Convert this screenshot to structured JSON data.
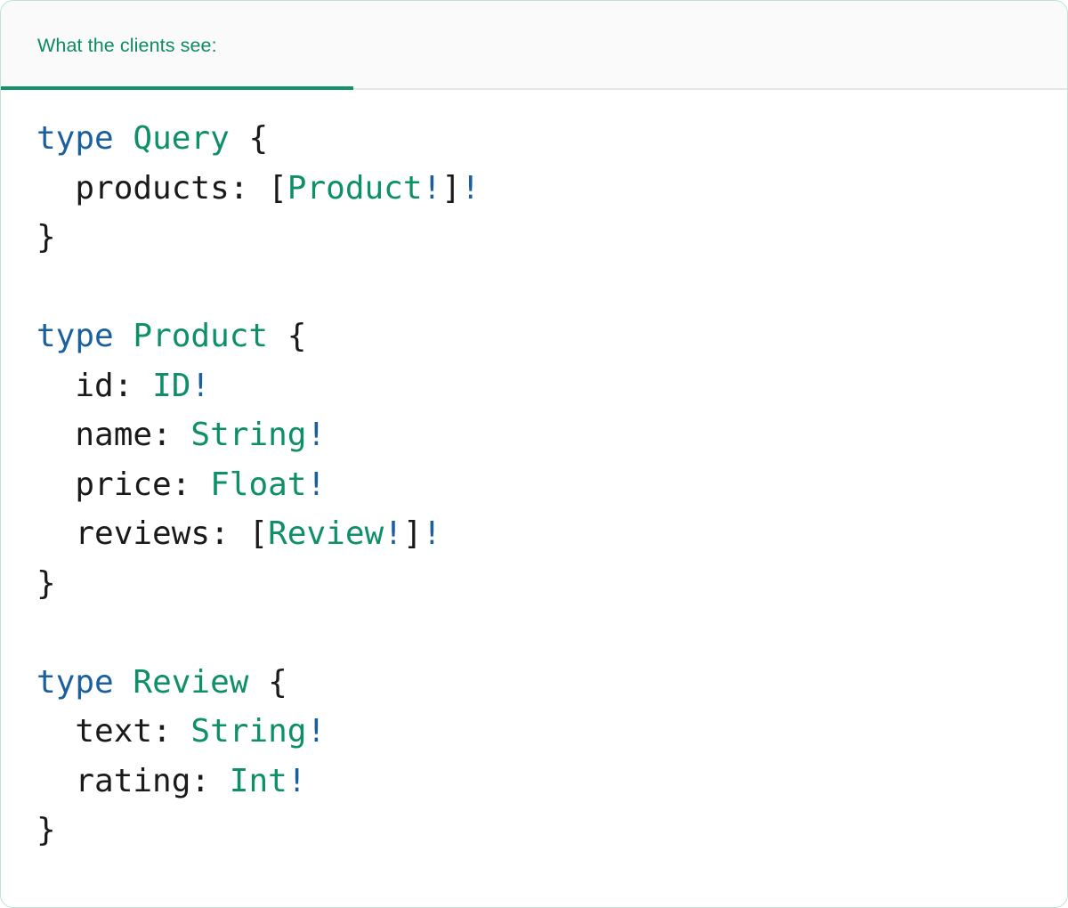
{
  "card": {
    "border_color": "#bfe3d2",
    "background": "#ffffff"
  },
  "tabbar": {
    "background": "#fafafa",
    "divider_color": "#e6e6e6",
    "active_tab": {
      "label": "What the clients see:",
      "color": "#0d8a63",
      "underline_color": "#12936b"
    }
  },
  "editor": {
    "language": "graphql",
    "syntax_colors": {
      "keyword": "#1a5f9e",
      "type_name": "#0d8f68",
      "field_name": "#1a1a1a",
      "punctuation": "#1a1a1a",
      "non_null_bang": "#1a5f9e"
    },
    "code_text": "type Query {\n  products: [Product!]!\n}\n\ntype Product {\n  id: ID!\n  name: String!\n  price: Float!\n  reviews: [Review!]!\n}\n\ntype Review {\n  text: String!\n  rating: Int!\n}",
    "lines": [
      {
        "tokens": [
          {
            "t": "type",
            "c": "kw"
          },
          {
            "t": " ",
            "c": "punc"
          },
          {
            "t": "Query",
            "c": "type"
          },
          {
            "t": " ",
            "c": "punc"
          },
          {
            "t": "{",
            "c": "punc"
          }
        ]
      },
      {
        "tokens": [
          {
            "t": "  ",
            "c": "punc"
          },
          {
            "t": "products",
            "c": "field"
          },
          {
            "t": ": ",
            "c": "punc"
          },
          {
            "t": "[",
            "c": "punc"
          },
          {
            "t": "Product",
            "c": "type"
          },
          {
            "t": "!",
            "c": "bang"
          },
          {
            "t": "]",
            "c": "punc"
          },
          {
            "t": "!",
            "c": "bang"
          }
        ]
      },
      {
        "tokens": [
          {
            "t": "}",
            "c": "punc"
          }
        ]
      },
      {
        "tokens": []
      },
      {
        "tokens": [
          {
            "t": "type",
            "c": "kw"
          },
          {
            "t": " ",
            "c": "punc"
          },
          {
            "t": "Product",
            "c": "type"
          },
          {
            "t": " ",
            "c": "punc"
          },
          {
            "t": "{",
            "c": "punc"
          }
        ]
      },
      {
        "tokens": [
          {
            "t": "  ",
            "c": "punc"
          },
          {
            "t": "id",
            "c": "field"
          },
          {
            "t": ": ",
            "c": "punc"
          },
          {
            "t": "ID",
            "c": "type"
          },
          {
            "t": "!",
            "c": "bang"
          }
        ]
      },
      {
        "tokens": [
          {
            "t": "  ",
            "c": "punc"
          },
          {
            "t": "name",
            "c": "field"
          },
          {
            "t": ": ",
            "c": "punc"
          },
          {
            "t": "String",
            "c": "type"
          },
          {
            "t": "!",
            "c": "bang"
          }
        ]
      },
      {
        "tokens": [
          {
            "t": "  ",
            "c": "punc"
          },
          {
            "t": "price",
            "c": "field"
          },
          {
            "t": ": ",
            "c": "punc"
          },
          {
            "t": "Float",
            "c": "type"
          },
          {
            "t": "!",
            "c": "bang"
          }
        ]
      },
      {
        "tokens": [
          {
            "t": "  ",
            "c": "punc"
          },
          {
            "t": "reviews",
            "c": "field"
          },
          {
            "t": ": ",
            "c": "punc"
          },
          {
            "t": "[",
            "c": "punc"
          },
          {
            "t": "Review",
            "c": "type"
          },
          {
            "t": "!",
            "c": "bang"
          },
          {
            "t": "]",
            "c": "punc"
          },
          {
            "t": "!",
            "c": "bang"
          }
        ]
      },
      {
        "tokens": [
          {
            "t": "}",
            "c": "punc"
          }
        ]
      },
      {
        "tokens": []
      },
      {
        "tokens": [
          {
            "t": "type",
            "c": "kw"
          },
          {
            "t": " ",
            "c": "punc"
          },
          {
            "t": "Review",
            "c": "type"
          },
          {
            "t": " ",
            "c": "punc"
          },
          {
            "t": "{",
            "c": "punc"
          }
        ]
      },
      {
        "tokens": [
          {
            "t": "  ",
            "c": "punc"
          },
          {
            "t": "text",
            "c": "field"
          },
          {
            "t": ": ",
            "c": "punc"
          },
          {
            "t": "String",
            "c": "type"
          },
          {
            "t": "!",
            "c": "bang"
          }
        ]
      },
      {
        "tokens": [
          {
            "t": "  ",
            "c": "punc"
          },
          {
            "t": "rating",
            "c": "field"
          },
          {
            "t": ": ",
            "c": "punc"
          },
          {
            "t": "Int",
            "c": "type"
          },
          {
            "t": "!",
            "c": "bang"
          }
        ]
      },
      {
        "tokens": [
          {
            "t": "}",
            "c": "punc"
          }
        ]
      }
    ]
  }
}
